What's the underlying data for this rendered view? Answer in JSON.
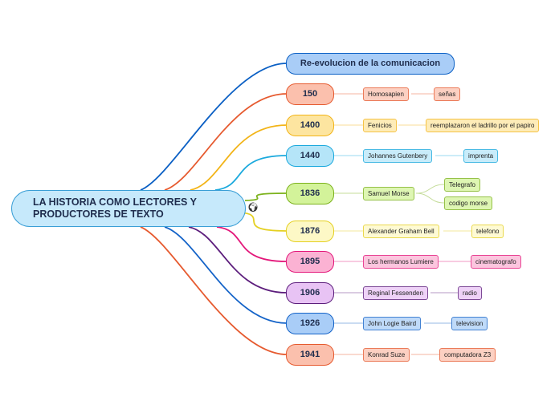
{
  "root": {
    "label": "LA HISTORIA COMO LECTORES Y PRODUCTORES DE TEXTO",
    "icon": "globe-icon"
  },
  "branches": [
    {
      "label": "Re-evolucion de la comunicacion",
      "color": "#0a5fc4",
      "fill": "#a9cdf7",
      "children": []
    },
    {
      "label": "150",
      "color": "#e65a2f",
      "fill": "#fbc0ad",
      "children": [
        {
          "label": "Homosapien",
          "children": [
            {
              "label": "señas"
            }
          ]
        }
      ]
    },
    {
      "label": "1400",
      "color": "#f2b418",
      "fill": "#fde5a0",
      "children": [
        {
          "label": "Fenicios",
          "children": [
            {
              "label": "reemplazaron el ladrillo por el papiro"
            }
          ]
        }
      ]
    },
    {
      "label": "1440",
      "color": "#1aa9dd",
      "fill": "#b5e5f8",
      "children": [
        {
          "label": "Johannes Gutenbery",
          "children": [
            {
              "label": "imprenta"
            }
          ]
        }
      ]
    },
    {
      "label": "1836",
      "color": "#7cb21c",
      "fill": "#d3f39a",
      "children": [
        {
          "label": "Samuel Morse",
          "children": [
            {
              "label": "Telegrafo"
            },
            {
              "label": "codigo morse"
            }
          ]
        }
      ]
    },
    {
      "label": "1876",
      "color": "#e5d021",
      "fill": "#fdf8c6",
      "children": [
        {
          "label": "Alexander Graham Bell",
          "children": [
            {
              "label": "telefono"
            }
          ]
        }
      ]
    },
    {
      "label": "1895",
      "color": "#e3177a",
      "fill": "#fbb2d3",
      "children": [
        {
          "label": "Los hermanos Lumiere",
          "children": [
            {
              "label": "cinematografo"
            }
          ]
        }
      ]
    },
    {
      "label": "1906",
      "color": "#5c1d7c",
      "fill": "#e8c3f4",
      "children": [
        {
          "label": "Reginal Fessenden",
          "children": [
            {
              "label": "radio"
            }
          ]
        }
      ]
    },
    {
      "label": "1926",
      "color": "#1463c8",
      "fill": "#a9cdf7",
      "children": [
        {
          "label": "John Logie Baird",
          "children": [
            {
              "label": "television"
            }
          ]
        }
      ]
    },
    {
      "label": "1941",
      "color": "#e65a2f",
      "fill": "#fbc0ad",
      "children": [
        {
          "label": "Konrad Suze",
          "children": [
            {
              "label": "computadora Z3"
            }
          ]
        }
      ]
    }
  ]
}
